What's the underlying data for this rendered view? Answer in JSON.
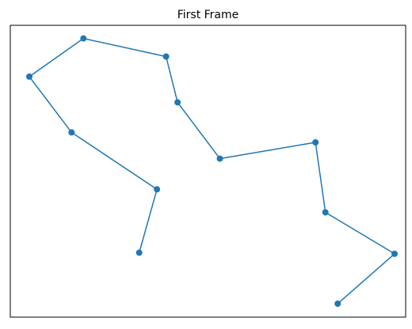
{
  "chart_data": {
    "type": "line",
    "title": "First Frame",
    "xlabel": "",
    "ylabel": "",
    "axes_visible": false,
    "grid": false,
    "xlim": [
      0,
      100
    ],
    "ylim": [
      0,
      100
    ],
    "series": [
      {
        "color": "#1f77b4",
        "marker": "circle",
        "points": [
          {
            "x": 32.6,
            "y": 22.1
          },
          {
            "x": 37.1,
            "y": 43.8
          },
          {
            "x": 15.5,
            "y": 63.3
          },
          {
            "x": 4.8,
            "y": 82.4
          },
          {
            "x": 18.5,
            "y": 95.5
          },
          {
            "x": 39.4,
            "y": 89.3
          },
          {
            "x": 42.3,
            "y": 73.6
          },
          {
            "x": 53.0,
            "y": 54.3
          },
          {
            "x": 77.2,
            "y": 59.9
          },
          {
            "x": 79.7,
            "y": 35.9
          },
          {
            "x": 97.2,
            "y": 21.7
          },
          {
            "x": 82.8,
            "y": 4.6
          }
        ]
      }
    ]
  }
}
